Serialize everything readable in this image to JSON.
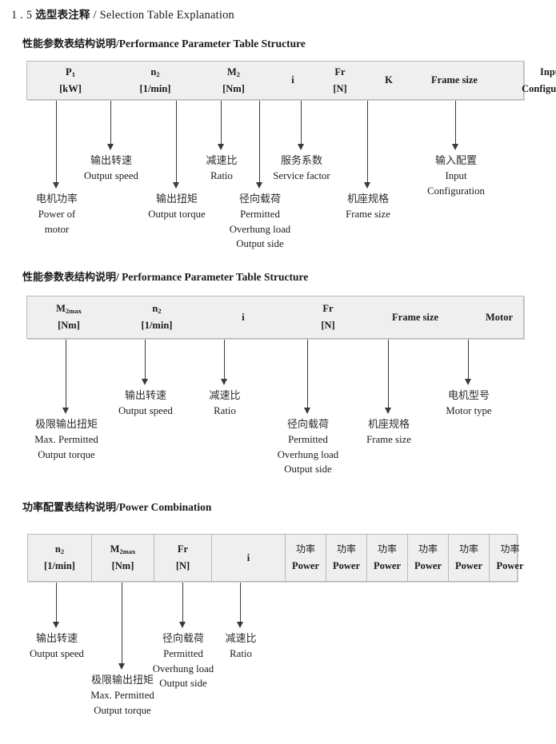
{
  "heading": {
    "number": "1 . 5",
    "cn": "选型表注释",
    "sep": "/",
    "en": "Selection Table Explanation"
  },
  "sections": [
    {
      "id": "performance-parameter-1",
      "subtitle": {
        "cn": "性能参数表结构说明",
        "sep": "/",
        "en": "Performance Parameter Table Structure"
      },
      "table": {
        "gridded": false,
        "columns": [
          {
            "name": "p1",
            "top": "P<sub>1</sub>",
            "bottom": "[kW]"
          },
          {
            "name": "n2",
            "top": "n<sub>2</sub>",
            "bottom": "[1/min]"
          },
          {
            "name": "m2",
            "top": "M<sub>2</sub>",
            "bottom": "[Nm]"
          },
          {
            "name": "i",
            "top": "i",
            "bottom": ""
          },
          {
            "name": "fr",
            "top": "Fr",
            "bottom": "[N]"
          },
          {
            "name": "k",
            "top": "K",
            "bottom": ""
          },
          {
            "name": "frame-size",
            "top": "Frame size",
            "bottom": ""
          },
          {
            "name": "input-configuration",
            "top": "Input",
            "bottom": "Configuration"
          }
        ]
      },
      "notes": [
        {
          "name": "power-of-motor",
          "cn": "电机功率",
          "en": [
            "Power of",
            "motor"
          ]
        },
        {
          "name": "output-speed",
          "cn": "输出转速",
          "en": [
            "Output speed"
          ]
        },
        {
          "name": "output-torque",
          "cn": "输出扭矩",
          "en": [
            "Output torque"
          ]
        },
        {
          "name": "ratio",
          "cn": "减速比",
          "en": [
            "Ratio"
          ]
        },
        {
          "name": "overhung-load",
          "cn": "径向载荷",
          "en": [
            "Permitted",
            "Overhung load",
            "Output side"
          ]
        },
        {
          "name": "service-factor",
          "cn": "服务系数",
          "en": [
            "Service factor"
          ]
        },
        {
          "name": "frame-size",
          "cn": "机座规格",
          "en": [
            "Frame size"
          ]
        },
        {
          "name": "input-configuration",
          "cn": "输入配置",
          "en": [
            "Input",
            "Configuration"
          ]
        }
      ]
    },
    {
      "id": "performance-parameter-2",
      "subtitle": {
        "cn": "性能参数表结构说明",
        "sep": "/ ",
        "en": "Performance Parameter Table Structure"
      },
      "table": {
        "gridded": false,
        "columns": [
          {
            "name": "m2max",
            "top": "M<sub>2max</sub>",
            "bottom": "[Nm]"
          },
          {
            "name": "n2",
            "top": "n<sub>2</sub>",
            "bottom": "[1/min]"
          },
          {
            "name": "i",
            "top": "i",
            "bottom": ""
          },
          {
            "name": "fr",
            "top": "Fr",
            "bottom": "[N]"
          },
          {
            "name": "frame-size",
            "top": "Frame size",
            "bottom": ""
          },
          {
            "name": "motor",
            "top": "Motor",
            "bottom": ""
          }
        ]
      },
      "notes": [
        {
          "name": "max-output-torque",
          "cn": "极限输出扭矩",
          "en": [
            "Max. Permitted",
            "Output  torque"
          ]
        },
        {
          "name": "output-speed",
          "cn": "输出转速",
          "en": [
            "Output speed"
          ]
        },
        {
          "name": "ratio",
          "cn": "减速比",
          "en": [
            "Ratio"
          ]
        },
        {
          "name": "overhung-load",
          "cn": "径向载荷",
          "en": [
            "Permitted",
            "Overhung load",
            "Output side"
          ]
        },
        {
          "name": "frame-size",
          "cn": "机座规格",
          "en": [
            "Frame size"
          ]
        },
        {
          "name": "motor-type",
          "cn": "电机型号",
          "en": [
            "Motor type"
          ]
        }
      ]
    },
    {
      "id": "power-combination",
      "subtitle": {
        "cn": "功率配置表结构说明",
        "sep": "/",
        "en": "Power Combination"
      },
      "table": {
        "gridded": true,
        "columns": [
          {
            "name": "n2",
            "top": "n<sub>2</sub>",
            "bottom": "[1/min]"
          },
          {
            "name": "m2max",
            "top": "M<sub>2max</sub>",
            "bottom": "[Nm]"
          },
          {
            "name": "fr",
            "top": "Fr",
            "bottom": "[N]"
          },
          {
            "name": "i",
            "top": "i",
            "bottom": ""
          },
          {
            "name": "power-1",
            "topcn": "功率",
            "bottom": "Power"
          },
          {
            "name": "power-2",
            "topcn": "功率",
            "bottom": "Power"
          },
          {
            "name": "power-3",
            "topcn": "功率",
            "bottom": "Power"
          },
          {
            "name": "power-4",
            "topcn": "功率",
            "bottom": "Power"
          },
          {
            "name": "power-5",
            "topcn": "功率",
            "bottom": "Power"
          },
          {
            "name": "power-6",
            "topcn": "功率",
            "bottom": "Power"
          }
        ]
      },
      "notes": [
        {
          "name": "output-speed",
          "cn": "输出转速",
          "en": [
            "Output speed"
          ]
        },
        {
          "name": "max-output-torque",
          "cn": "极限输出扭矩",
          "en": [
            "Max. Permitted",
            "Output  torque"
          ]
        },
        {
          "name": "overhung-load",
          "cn": "径向载荷",
          "en": [
            "Permitted",
            "Overhung load",
            "Output side"
          ]
        },
        {
          "name": "ratio",
          "cn": "减速比",
          "en": [
            "Ratio"
          ]
        }
      ]
    }
  ],
  "colors": {
    "table_fill": "#efefef",
    "table_border": "#b9b9b9",
    "arrow": "#3a3a3a",
    "text": "#1a1a1a"
  }
}
